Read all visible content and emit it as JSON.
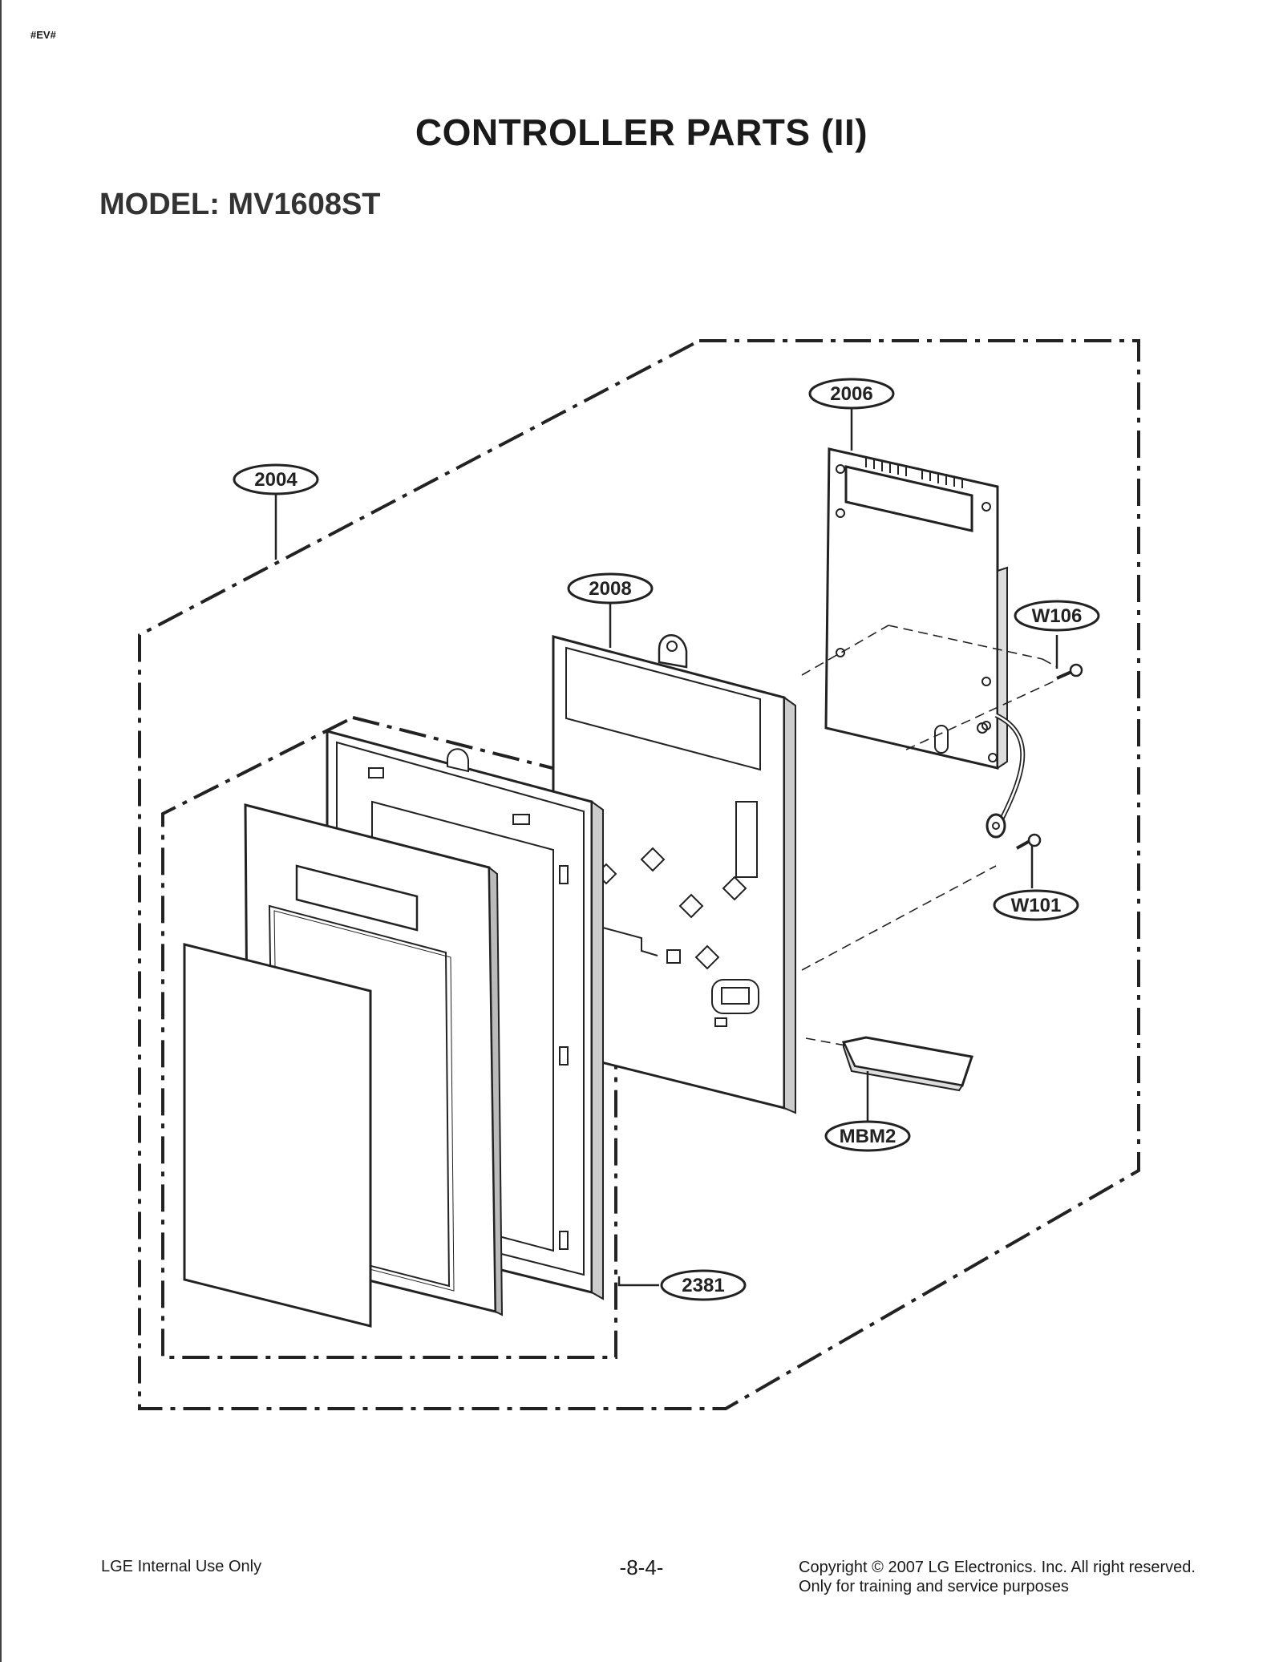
{
  "page_code": "#EV#",
  "title": "CONTROLLER PARTS (II)",
  "model_label": "MODEL: MV1608ST",
  "callouts": {
    "c2004": "2004",
    "c2006": "2006",
    "c2008": "2008",
    "cW106": "W106",
    "cW101": "W101",
    "cMBM2": "MBM2",
    "c2381": "2381"
  },
  "footer": {
    "left": "LGE Internal Use Only",
    "page_number": "-8-4-",
    "copyright": "Copyright © 2007 LG Electronics. Inc. All right reserved.",
    "notice": "Only for training and service purposes"
  }
}
